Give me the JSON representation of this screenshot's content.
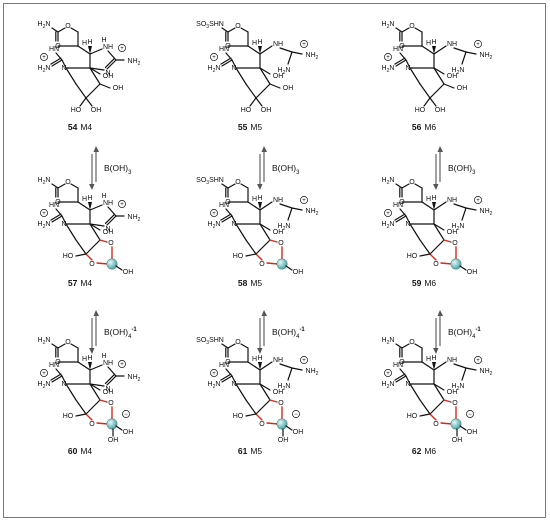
{
  "atoms": {
    "H2N": "H2N",
    "O": "O",
    "H": "H",
    "N": "N",
    "NH": "NH",
    "NH2": "NH2",
    "HN": "HN",
    "OH": "OH",
    "HO": "HO",
    "SO3SHN": "SO3SHN",
    "plus": "+",
    "minus": "−"
  },
  "rows": [
    {
      "compounds": [
        {
          "number": "54",
          "form": "M4"
        },
        {
          "number": "55",
          "form": "M5"
        },
        {
          "number": "56",
          "form": "M6"
        }
      ]
    },
    {
      "compounds": [
        {
          "number": "57",
          "form": "M4"
        },
        {
          "number": "58",
          "form": "M5"
        },
        {
          "number": "59",
          "form": "M6"
        }
      ]
    },
    {
      "compounds": [
        {
          "number": "60",
          "form": "M4"
        },
        {
          "number": "61",
          "form": "M5"
        },
        {
          "number": "62",
          "form": "M6"
        }
      ]
    }
  ],
  "reagents": {
    "boric_acid": "B(OH)3",
    "borate": "B(OH)4-1"
  },
  "colors": {
    "boron_atom": "#7fc4c4",
    "boron_bond": "#d42a1c",
    "frame": "#7a7a7a"
  }
}
